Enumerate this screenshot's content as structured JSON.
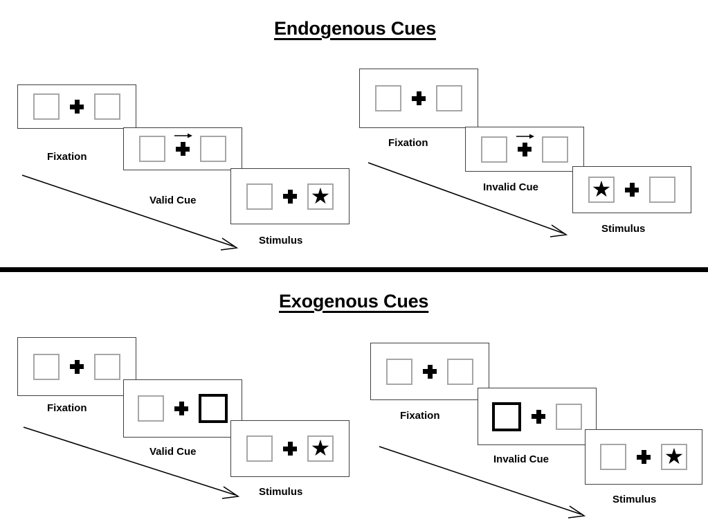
{
  "figure": {
    "title_endogenous": "Endogenous Cues",
    "title_exogenous": "Exogenous Cues"
  },
  "captions": {
    "fixation": "Fixation",
    "valid_cue": "Valid Cue",
    "invalid_cue": "Invalid Cue",
    "stimulus": "Stimulus"
  },
  "glyphs": {
    "star": "★"
  },
  "colors": {
    "panel_border": "#3f3f3f",
    "box_border": "#a6a6a6",
    "cued_box_border": "#000000",
    "ink": "#000000",
    "background": "#ffffff"
  },
  "sequences": [
    {
      "id": "endogenous-valid",
      "section": "Endogenous Cues",
      "cue_type": "endogenous",
      "validity": "valid",
      "frames": [
        {
          "caption": "Fixation",
          "left_box": "empty",
          "right_box": "empty",
          "cue": "none",
          "cue_direction": ""
        },
        {
          "caption": "Valid Cue",
          "left_box": "empty",
          "right_box": "empty",
          "cue": "arrow",
          "cue_direction": "right"
        },
        {
          "caption": "Stimulus",
          "left_box": "empty",
          "right_box": "star",
          "cue": "none",
          "cue_direction": ""
        }
      ]
    },
    {
      "id": "endogenous-invalid",
      "section": "Endogenous Cues",
      "cue_type": "endogenous",
      "validity": "invalid",
      "frames": [
        {
          "caption": "Fixation",
          "left_box": "empty",
          "right_box": "empty",
          "cue": "none",
          "cue_direction": ""
        },
        {
          "caption": "Invalid Cue",
          "left_box": "empty",
          "right_box": "empty",
          "cue": "arrow",
          "cue_direction": "right"
        },
        {
          "caption": "Stimulus",
          "left_box": "star",
          "right_box": "empty",
          "cue": "none",
          "cue_direction": ""
        }
      ]
    },
    {
      "id": "exogenous-valid",
      "section": "Exogenous Cues",
      "cue_type": "exogenous",
      "validity": "valid",
      "frames": [
        {
          "caption": "Fixation",
          "left_box": "empty",
          "right_box": "empty",
          "cue": "none",
          "cue_direction": ""
        },
        {
          "caption": "Valid Cue",
          "left_box": "empty",
          "right_box": "highlight",
          "cue": "box-flash",
          "cue_direction": "right"
        },
        {
          "caption": "Stimulus",
          "left_box": "empty",
          "right_box": "star",
          "cue": "none",
          "cue_direction": ""
        }
      ]
    },
    {
      "id": "exogenous-invalid",
      "section": "Exogenous Cues",
      "cue_type": "exogenous",
      "validity": "invalid",
      "frames": [
        {
          "caption": "Fixation",
          "left_box": "empty",
          "right_box": "empty",
          "cue": "none",
          "cue_direction": ""
        },
        {
          "caption": "Invalid Cue",
          "left_box": "highlight",
          "right_box": "empty",
          "cue": "box-flash",
          "cue_direction": "left"
        },
        {
          "caption": "Stimulus",
          "left_box": "empty",
          "right_box": "star",
          "cue": "none",
          "cue_direction": ""
        }
      ]
    }
  ]
}
